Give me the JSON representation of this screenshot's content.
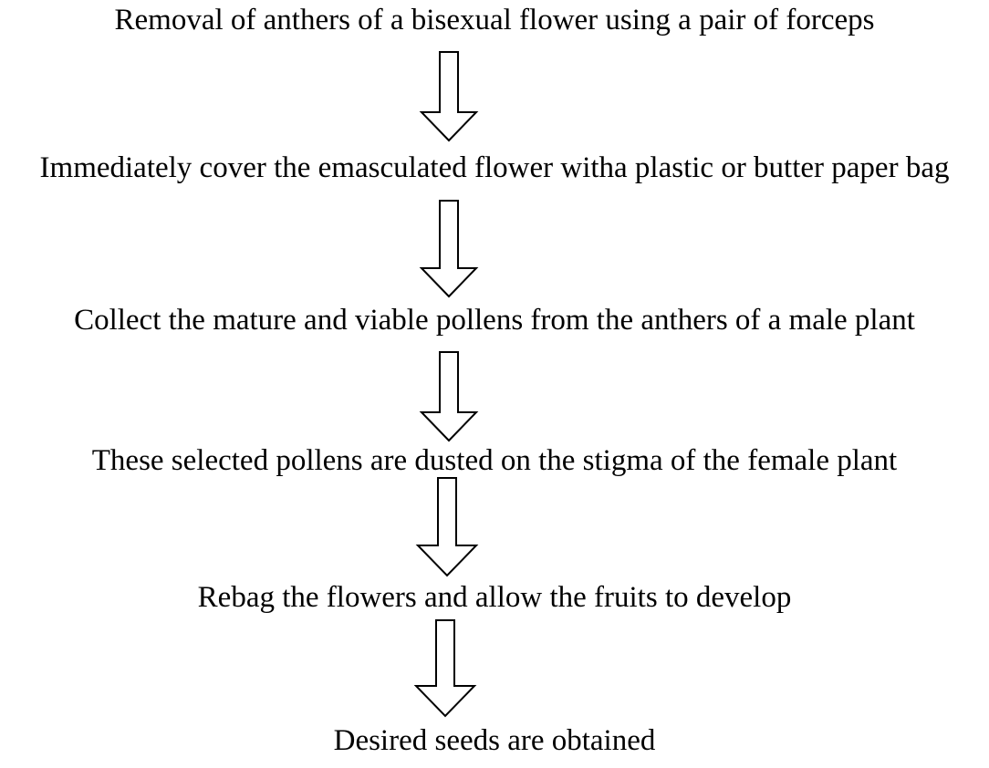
{
  "flowchart": {
    "steps": [
      "Removal of anthers of a bisexual flower using a pair of forceps",
      "Immediately cover the emasculated flower witha plastic or butter paper bag",
      "Collect the mature and viable pollens from the anthers of a male plant",
      "These selected pollens are dusted on the stigma of the female plant",
      "Rebag the flowers and allow the fruits to develop",
      "Desired seeds are obtained"
    ],
    "arrow_icon": "hollow-down-arrow-icon",
    "colors": {
      "background": "#ffffff",
      "text": "#000000",
      "arrow_stroke": "#000000",
      "arrow_fill": "#ffffff"
    }
  }
}
